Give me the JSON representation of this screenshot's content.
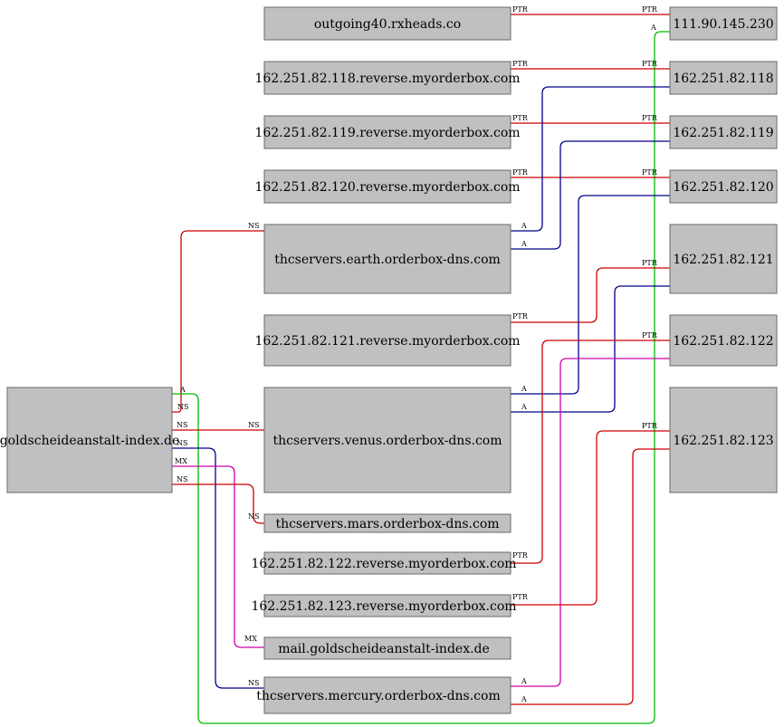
{
  "diagram": {
    "colors": {
      "NS": "#cc0000",
      "A_ns": "#00008b",
      "A_root": "#00bb00",
      "MX": "#cc00aa",
      "PTR": "#cc0000",
      "A_mercury": "#cc0000",
      "A_mercury2": "#cc00aa"
    },
    "nodes": {
      "root": "goldscheideanstalt-index.de",
      "earth": "thcservers.earth.orderbox-dns.com",
      "venus": "thcservers.venus.orderbox-dns.com",
      "mars": "thcservers.mars.orderbox-dns.com",
      "mercury": "thcservers.mercury.orderbox-dns.com",
      "mail": "mail.goldscheideanstalt-index.de",
      "outgoing": "outgoing40.rxheads.co",
      "rev118": "162.251.82.118.reverse.myorderbox.com",
      "rev119": "162.251.82.119.reverse.myorderbox.com",
      "rev120": "162.251.82.120.reverse.myorderbox.com",
      "rev121": "162.251.82.121.reverse.myorderbox.com",
      "rev122": "162.251.82.122.reverse.myorderbox.com",
      "rev123": "162.251.82.123.reverse.myorderbox.com",
      "ip230": "111.90.145.230",
      "ip118": "162.251.82.118",
      "ip119": "162.251.82.119",
      "ip120": "162.251.82.120",
      "ip121": "162.251.82.121",
      "ip122": "162.251.82.122",
      "ip123": "162.251.82.123"
    },
    "edges": [
      {
        "from": "root",
        "to": "earth",
        "label": "NS"
      },
      {
        "from": "root",
        "to": "venus",
        "label": "NS"
      },
      {
        "from": "root",
        "to": "mercury",
        "label": "NS"
      },
      {
        "from": "root",
        "to": "mars",
        "label": "NS"
      },
      {
        "from": "root",
        "to": "mail",
        "label": "MX"
      },
      {
        "from": "root",
        "to": "ip230",
        "label": "A"
      },
      {
        "from": "earth",
        "to": "ip118",
        "label": "A"
      },
      {
        "from": "earth",
        "to": "ip119",
        "label": "A"
      },
      {
        "from": "venus",
        "to": "ip120",
        "label": "A"
      },
      {
        "from": "venus",
        "to": "ip121",
        "label": "A"
      },
      {
        "from": "mercury",
        "to": "ip122",
        "label": "A"
      },
      {
        "from": "mercury",
        "to": "ip123",
        "label": "A"
      },
      {
        "from": "outgoing",
        "to": "ip230",
        "label": "PTR"
      },
      {
        "from": "rev118",
        "to": "ip118",
        "label": "PTR"
      },
      {
        "from": "rev119",
        "to": "ip119",
        "label": "PTR"
      },
      {
        "from": "rev120",
        "to": "ip120",
        "label": "PTR"
      },
      {
        "from": "rev121",
        "to": "ip121",
        "label": "PTR"
      },
      {
        "from": "rev122",
        "to": "ip122",
        "label": "PTR"
      },
      {
        "from": "rev123",
        "to": "ip123",
        "label": "PTR"
      }
    ]
  }
}
